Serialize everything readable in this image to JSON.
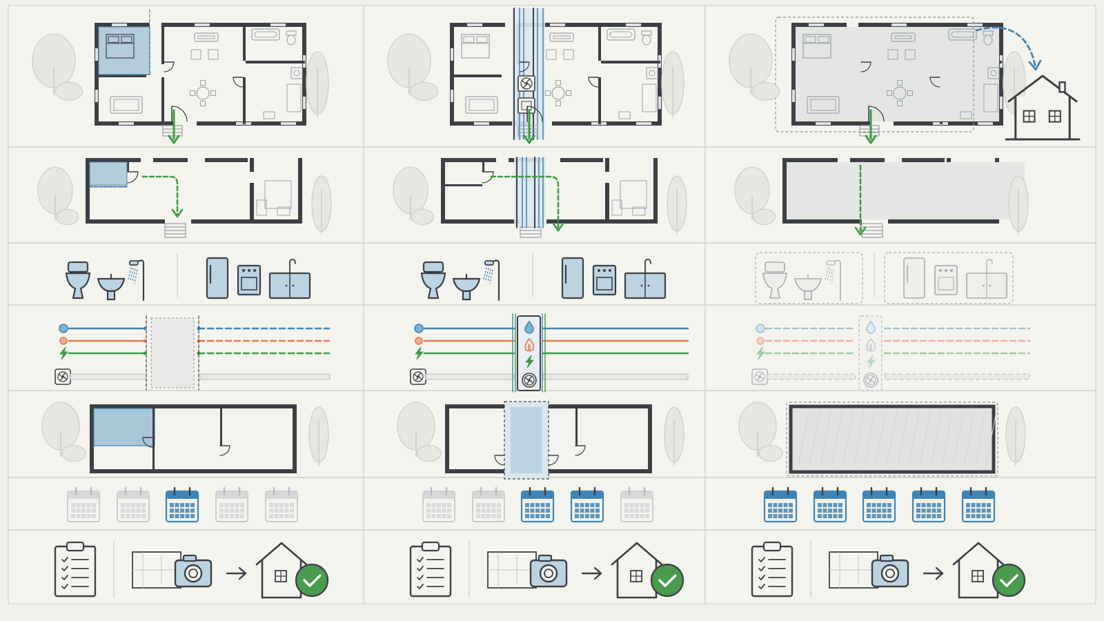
{
  "theme": {
    "background": "#f0f0ea",
    "panel": "#f4f4ef",
    "grid_line": "#cfcfc8",
    "wall": "#3c3f44",
    "thin_line": "#9aa0a6",
    "faded": "#c8cbcd",
    "highlight_fill": "#a9c7d8",
    "blue_line": "#4a86ad",
    "fixture_fill": "#bcd3e2",
    "accent_green": "#3d9a43",
    "accent_orange": "#e27b55",
    "accent_blue": "#3f84b5",
    "check_green": "#4a9b4e",
    "tree_fill": "#e5e7e1",
    "tree_stroke": "#d0d3cc"
  },
  "columns": [
    {
      "id": "single-room",
      "rooms_highlighted": "bedroom",
      "fixtures": "active",
      "utilities": "cut-gap",
      "calendar_active": [
        false,
        false,
        true,
        false,
        false
      ]
    },
    {
      "id": "service-core",
      "rooms_highlighted": "core",
      "fixtures": "active",
      "utilities": "core",
      "calendar_active": [
        false,
        false,
        true,
        true,
        false
      ]
    },
    {
      "id": "whole-house",
      "rooms_highlighted": "all",
      "fixtures": "inactive",
      "utilities": "inactive",
      "calendar_active": [
        true,
        true,
        true,
        true,
        true
      ]
    }
  ],
  "rows": [
    "floor-plan-detail",
    "floor-plan-route",
    "fixtures",
    "utility-lines",
    "floor-plan-outline",
    "schedule",
    "checklist-flow"
  ],
  "icons": [
    "toilet-icon",
    "sink-icon",
    "shower-icon",
    "fridge-icon",
    "stove-icon",
    "kitchen-cabinet-icon",
    "water-drop-icon",
    "gas-flame-icon",
    "electricity-icon",
    "fan-icon",
    "calendar-icon",
    "clipboard-icon",
    "camera-icon",
    "arrow-right-icon",
    "house-icon",
    "check-icon",
    "tree-icon"
  ]
}
